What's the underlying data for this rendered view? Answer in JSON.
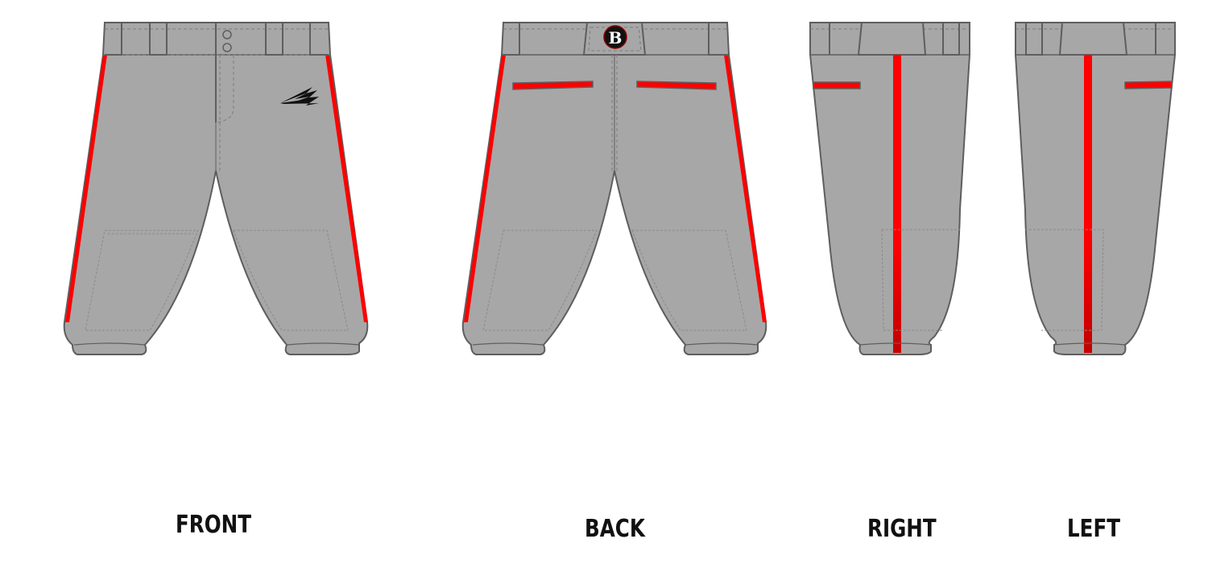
{
  "mockup": {
    "colors": {
      "fabric": "#a7a7a7",
      "outline": "#5e5e5e",
      "stitch": "#7c7c7c",
      "piping": "#ff0000",
      "piping_dark": "#c80000",
      "logo_bg": "#111111",
      "logo_ring": "#8b0000",
      "label_text": "#111111",
      "background": "#ffffff"
    },
    "views": [
      {
        "id": "front",
        "label": "FRONT"
      },
      {
        "id": "back",
        "label": "BACK"
      },
      {
        "id": "right",
        "label": "RIGHT"
      },
      {
        "id": "left",
        "label": "LEFT"
      }
    ],
    "front": {
      "logo": "trident-arrow-logo",
      "buttons": 2
    },
    "back": {
      "patch_letter": "B"
    }
  }
}
